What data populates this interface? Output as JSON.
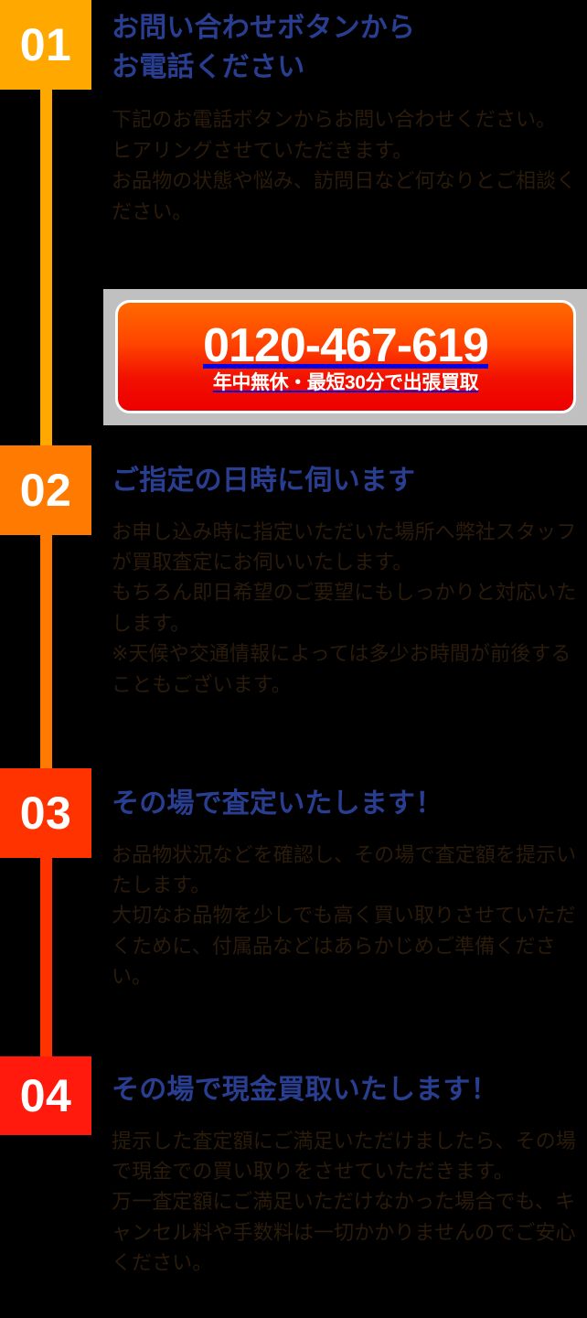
{
  "theme": {
    "background": "#000000",
    "heading_color": "#293E91",
    "body_color": "#2B1B0B",
    "badge_colors": [
      "#FFA800",
      "#FF7A00",
      "#FF3300",
      "#FF1A0D"
    ],
    "cta_frame_color": "#C0C0C0",
    "cta_gradient_from": "#FF6A00",
    "cta_gradient_to": "#EE0000",
    "cta_text_color": "#FFFFFF"
  },
  "steps": [
    {
      "number": "01",
      "title": "お問い合わせボタンから\nお電話ください",
      "body": "下記のお電話ボタンからお問い合わせください。\nヒアリングさせていただきます。\nお品物の状態や悩み、訪問日など何なりとご相談ください。"
    },
    {
      "number": "02",
      "title": "ご指定の日時に伺います",
      "body": "お申し込み時に指定いただいた場所へ弊社スタッフが買取査定にお伺いいたします。\nもちろん即日希望のご要望にもしっかりと対応いたします。\n※天候や交通情報によっては多少お時間が前後することもございます。"
    },
    {
      "number": "03",
      "title": "その場で査定いたします！",
      "body": "お品物状況などを確認し、その場で査定額を提示いたします。\n大切なお品物を少しでも高く買い取りさせていただくために、付属品などはあらかじめご準備ください。"
    },
    {
      "number": "04",
      "title": "その場で現金買取いたします！",
      "body": "提示した査定額にご満足いただけましたら、その場で現金での買い取りをさせていただきます。\n万一査定額にご満足いただけなかった場合でも、キャンセル料や手数料は一切かかりませんのでご安心ください。"
    }
  ],
  "cta": {
    "phone_number": "0120-467-619",
    "subtext": "年中無休・最短30分で出張買取"
  }
}
